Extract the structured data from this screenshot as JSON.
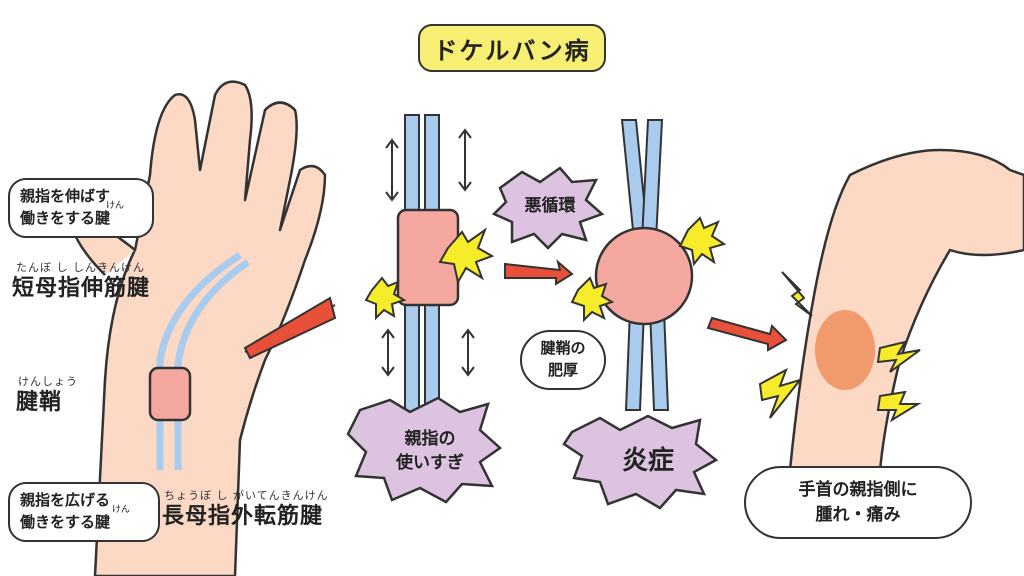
{
  "title": "ドケルバン病",
  "hand_section": {
    "bubble_extend": {
      "line1": "親指を伸ばす",
      "line2": "働きをする腱",
      "ruby": "けん"
    },
    "label_epb": {
      "ruby": "たんぼ し しんきんけん",
      "text": "短母指伸筋腱"
    },
    "label_sheath": {
      "ruby": "けんしょう",
      "text": "腱鞘"
    },
    "bubble_abduct": {
      "line1": "親指を広げる",
      "line2": "働きをする腱",
      "ruby": "けん"
    },
    "label_apl": {
      "ruby": "ちょうぼ し がいてんきんけん",
      "text": "長母指外転筋腱"
    }
  },
  "stage_overuse": {
    "burst_line1": "親指の",
    "burst_line2": "使いすぎ"
  },
  "stage_cycle": {
    "label": "悪循環"
  },
  "stage_inflammation": {
    "bubble_line1": "腱鞘の",
    "bubble_line2": "肥厚",
    "burst_text": "炎症"
  },
  "stage_symptom": {
    "bubble_line1": "手首の親指側に",
    "bubble_line2": "腫れ・痛み"
  },
  "colors": {
    "skin": "#fbd9c4",
    "tendon": "#a9cbee",
    "sheath": "#f4a8a0",
    "title_bg": "#f6ef73",
    "burst_purple": "#dcc3e0",
    "arrow_red": "#e8503a",
    "spark_yellow": "#f6ec2a",
    "inflamed": "#ef8a55"
  }
}
